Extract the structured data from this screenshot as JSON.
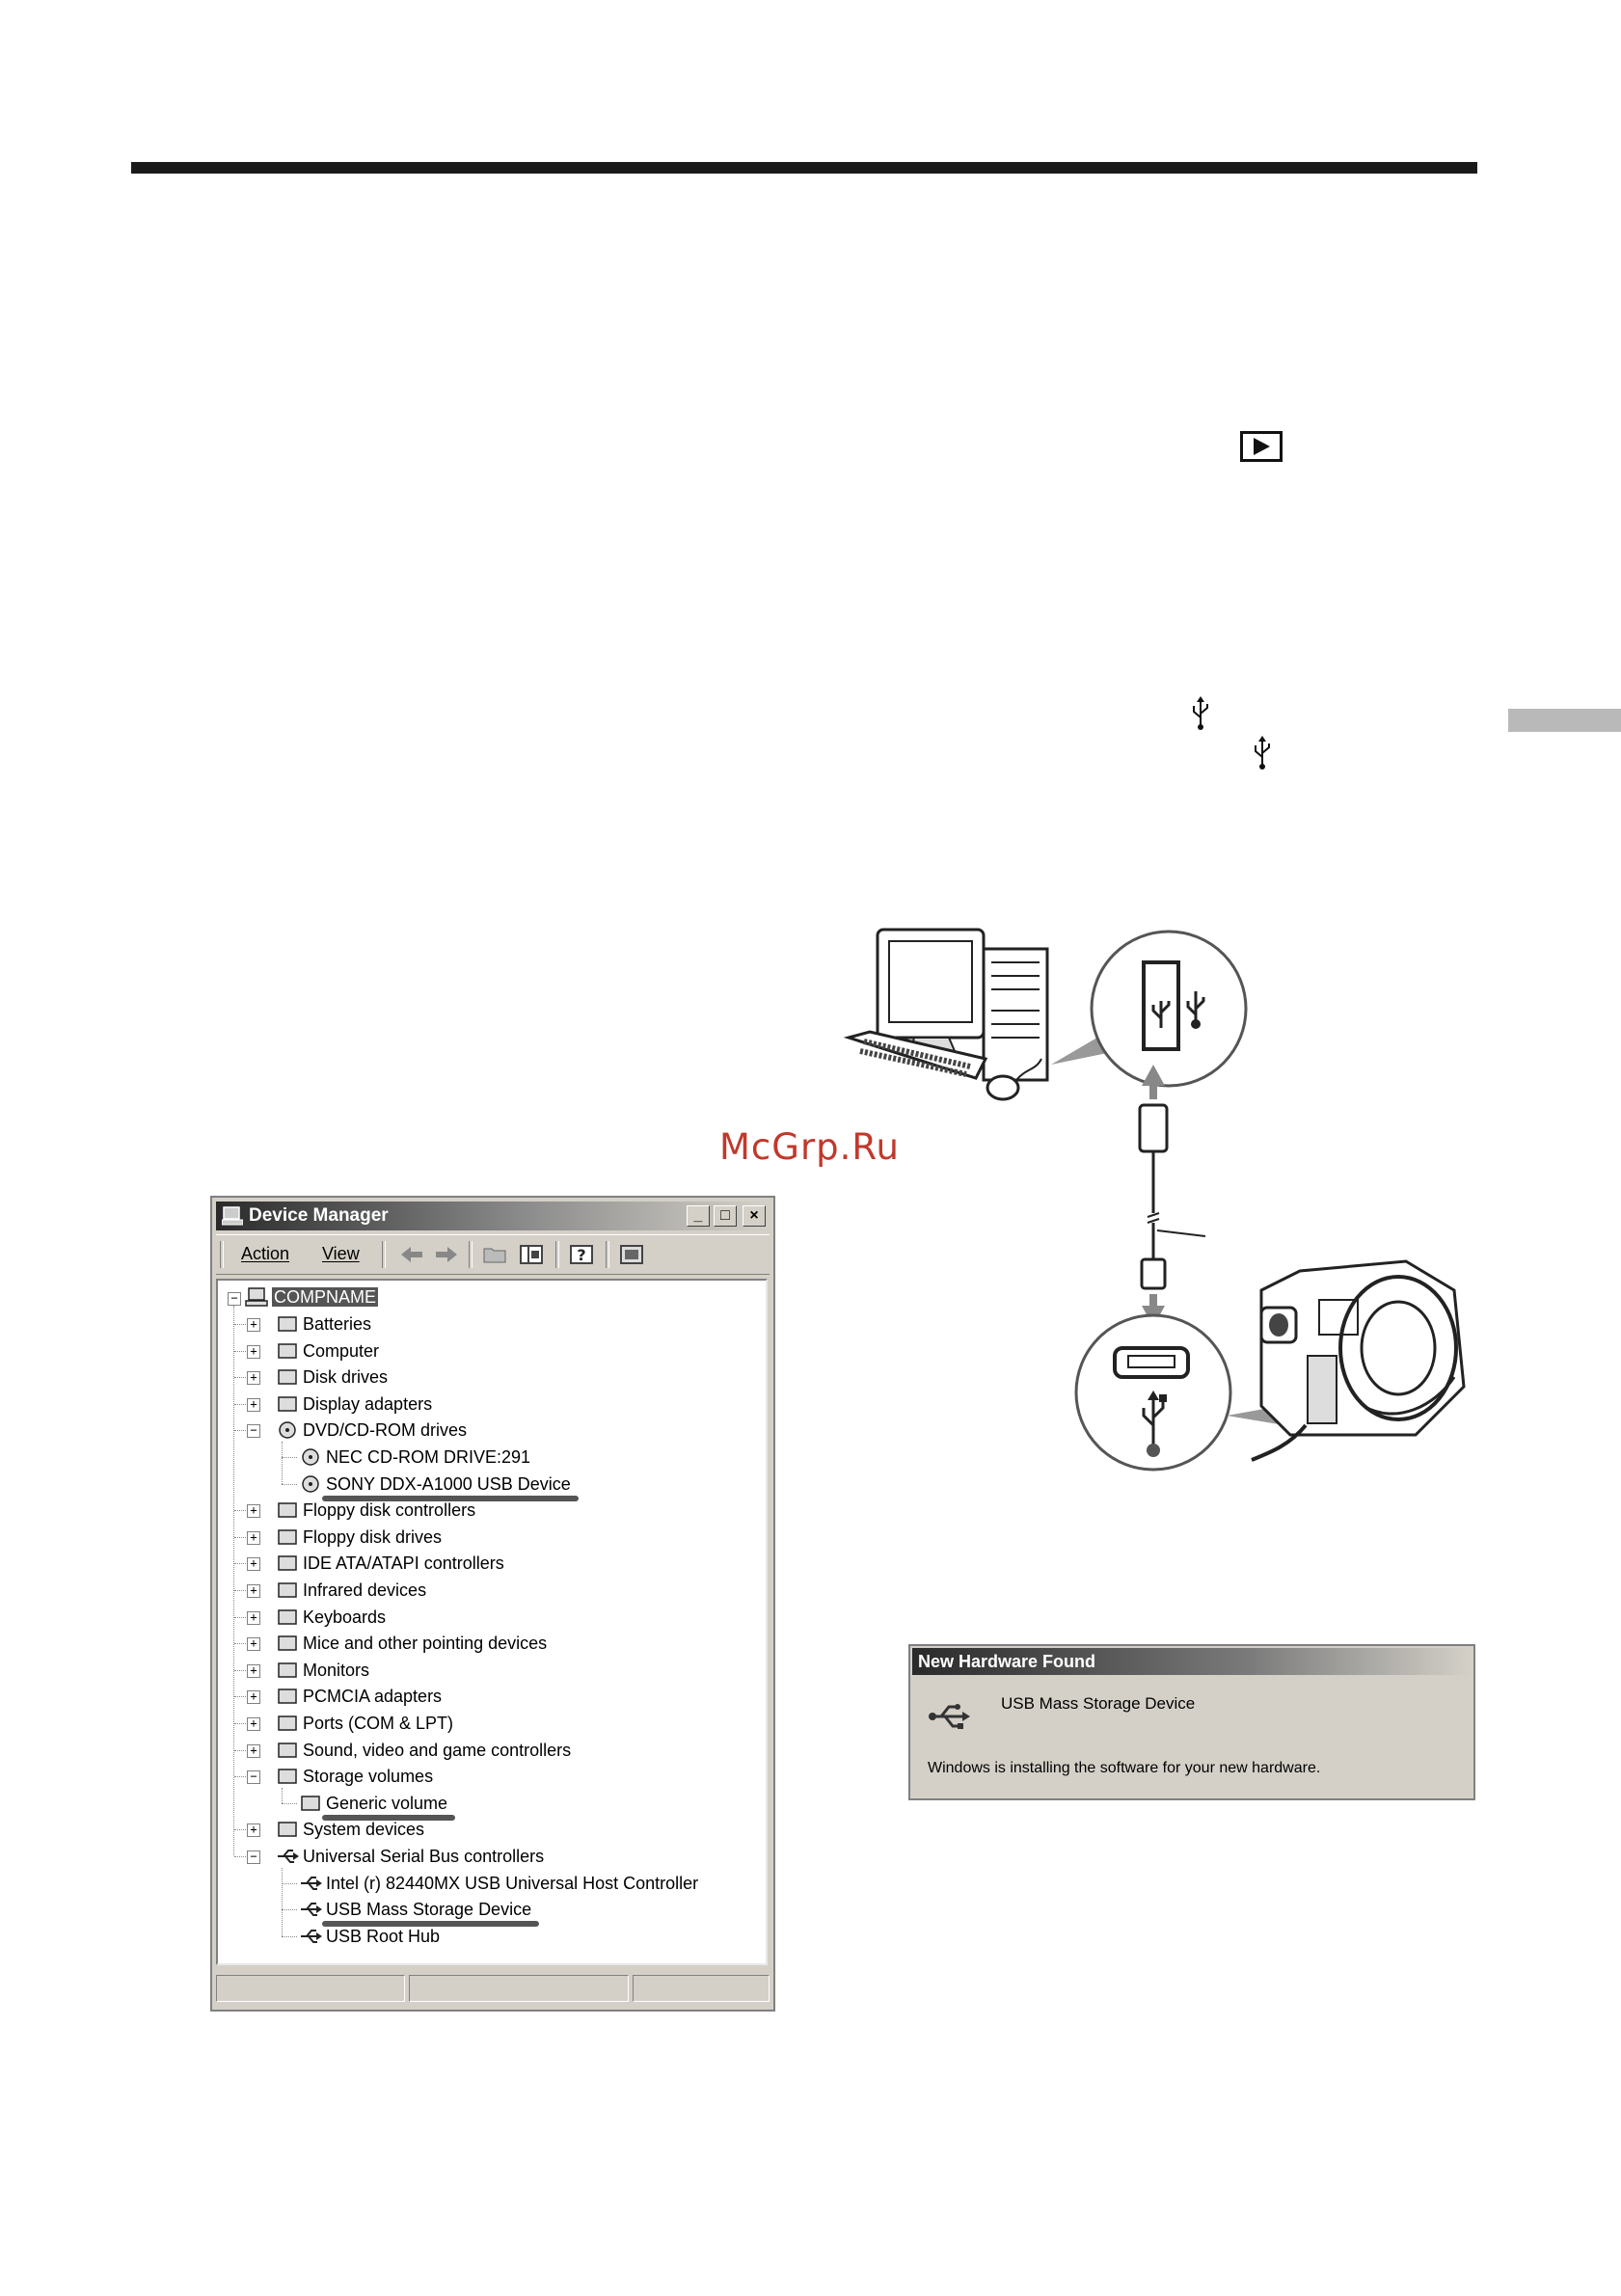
{
  "watermark": "McGrp.Ru",
  "device_manager": {
    "title": "Device Manager",
    "window_buttons": [
      "_",
      "□",
      "×"
    ],
    "menu": {
      "action": "Action",
      "view": "View"
    },
    "tree": {
      "root": "COMPNAME",
      "items": [
        {
          "label": "Batteries",
          "icon": "battery-icon",
          "state": "collapsed"
        },
        {
          "label": "Computer",
          "icon": "computer-icon",
          "state": "collapsed"
        },
        {
          "label": "Disk drives",
          "icon": "disk-drive-icon",
          "state": "collapsed"
        },
        {
          "label": "Display adapters",
          "icon": "monitor-icon",
          "state": "collapsed"
        },
        {
          "label": "DVD/CD-ROM drives",
          "icon": "cd-drive-icon",
          "state": "expanded"
        },
        {
          "label": "NEC CD-ROM DRIVE:291",
          "icon": "cd-icon",
          "state": "child"
        },
        {
          "label": "SONY DDX-A1000 USB Device",
          "icon": "cd-icon",
          "state": "child",
          "underlined": true
        },
        {
          "label": "Floppy disk controllers",
          "icon": "floppy-controller-icon",
          "state": "collapsed"
        },
        {
          "label": "Floppy disk drives",
          "icon": "floppy-drive-icon",
          "state": "collapsed"
        },
        {
          "label": "IDE ATA/ATAPI controllers",
          "icon": "ide-controller-icon",
          "state": "collapsed"
        },
        {
          "label": "Infrared devices",
          "icon": "infrared-icon",
          "state": "collapsed"
        },
        {
          "label": "Keyboards",
          "icon": "keyboard-icon",
          "state": "collapsed"
        },
        {
          "label": "Mice and other pointing devices",
          "icon": "mouse-icon",
          "state": "collapsed"
        },
        {
          "label": "Monitors",
          "icon": "monitor-icon",
          "state": "collapsed"
        },
        {
          "label": "PCMCIA adapters",
          "icon": "pcmcia-icon",
          "state": "collapsed"
        },
        {
          "label": "Ports (COM & LPT)",
          "icon": "port-icon",
          "state": "collapsed"
        },
        {
          "label": "Sound, video and game controllers",
          "icon": "speaker-icon",
          "state": "collapsed"
        },
        {
          "label": "Storage volumes",
          "icon": "storage-volume-icon",
          "state": "expanded"
        },
        {
          "label": "Generic volume",
          "icon": "volume-icon",
          "state": "child",
          "underlined": true
        },
        {
          "label": "System devices",
          "icon": "system-device-icon",
          "state": "collapsed"
        },
        {
          "label": "Universal Serial Bus controllers",
          "icon": "usb-icon",
          "state": "expanded"
        },
        {
          "label": "Intel (r) 82440MX USB Universal Host Controller",
          "icon": "usb-icon",
          "state": "child"
        },
        {
          "label": "USB Mass Storage Device",
          "icon": "usb-icon",
          "state": "child",
          "underlined": true
        },
        {
          "label": "USB Root Hub",
          "icon": "usb-icon",
          "state": "child"
        }
      ]
    }
  },
  "new_hardware_found": {
    "title": "New Hardware Found",
    "device": "USB Mass Storage Device",
    "message": "Windows is installing the software for your new hardware."
  },
  "icons": {
    "play": "play-button-icon",
    "usb": "usb-symbol-icon"
  },
  "colors": {
    "title_bar_dark": "#2a2a2a",
    "window_face": "#d4d0c8",
    "rule": "#1a1a1a",
    "watermark": "#c0392b"
  }
}
